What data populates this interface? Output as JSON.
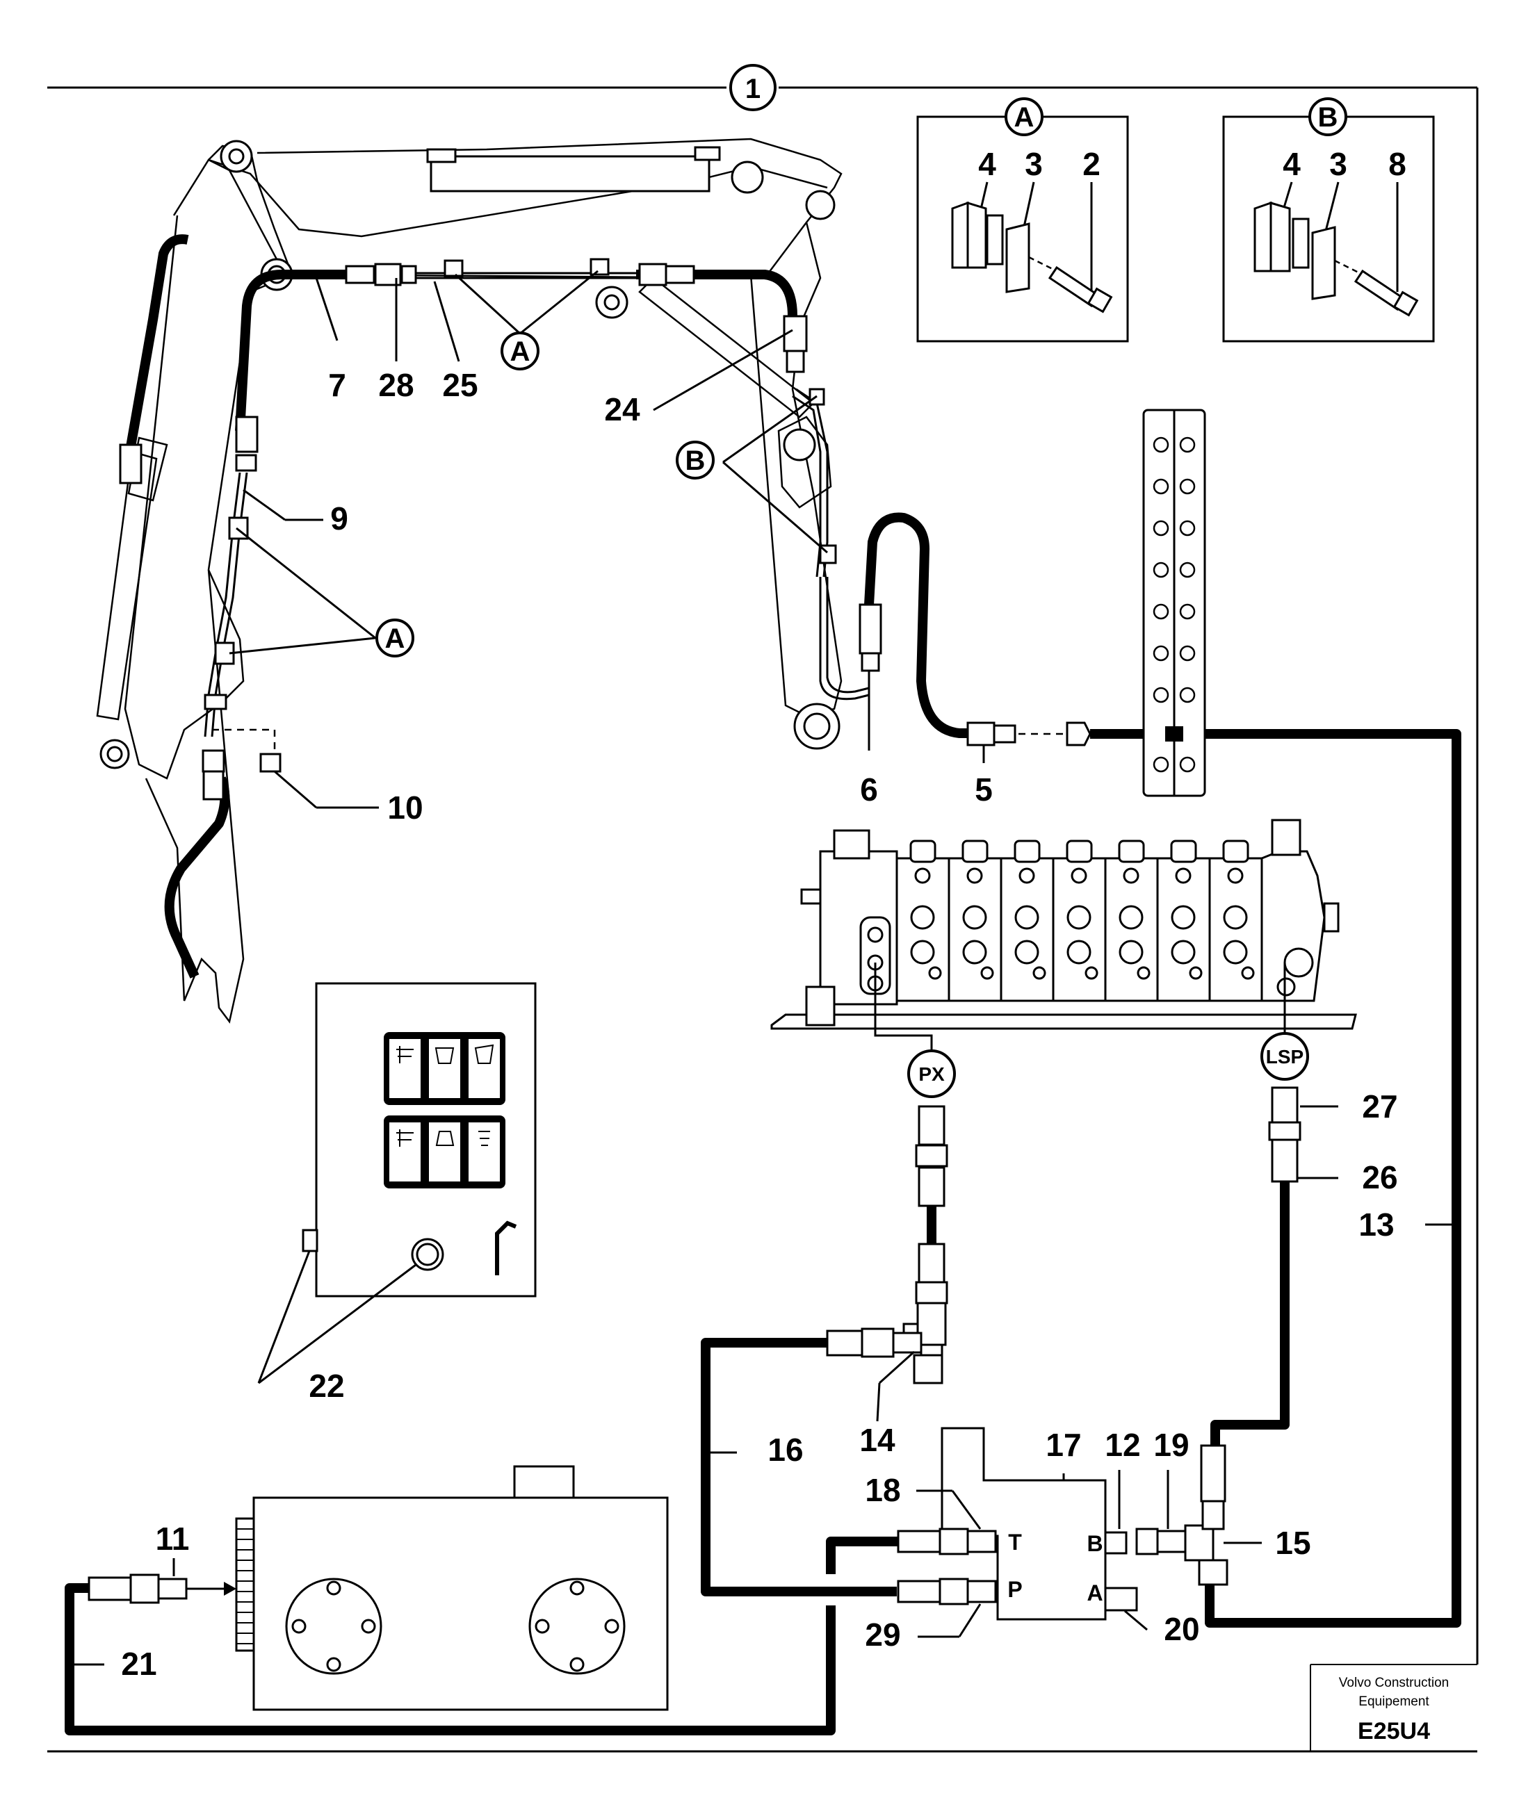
{
  "drawing": {
    "main_ref": "1",
    "footer_company": [
      "Volvo Construction",
      "Equipement"
    ],
    "footer_code": "E25U4"
  },
  "details": {
    "A": {
      "letter": "A",
      "labels": [
        "4",
        "3",
        "2"
      ]
    },
    "B": {
      "letter": "B",
      "labels": [
        "4",
        "3",
        "8"
      ]
    }
  },
  "callouts": {
    "c2": "2",
    "c3": "3",
    "c4": "4",
    "c5": "5",
    "c6": "6",
    "c7": "7",
    "c8": "8",
    "c9": "9",
    "c10": "10",
    "c11": "11",
    "c12": "12",
    "c13": "13",
    "c14": "14",
    "c15": "15",
    "c16": "16",
    "c17": "17",
    "c18": "18",
    "c19": "19",
    "c20": "20",
    "c21": "21",
    "c22": "22",
    "c24": "24",
    "c25": "25",
    "c26": "26",
    "c27": "27",
    "c28": "28",
    "c29": "29"
  },
  "markers": {
    "A": "A",
    "B": "B",
    "PX": "PX",
    "LSP": "LSP"
  },
  "ports": {
    "T": "T",
    "P": "P",
    "B": "B",
    "A": "A"
  },
  "colors": {
    "line": "#000000",
    "background": "#ffffff"
  }
}
